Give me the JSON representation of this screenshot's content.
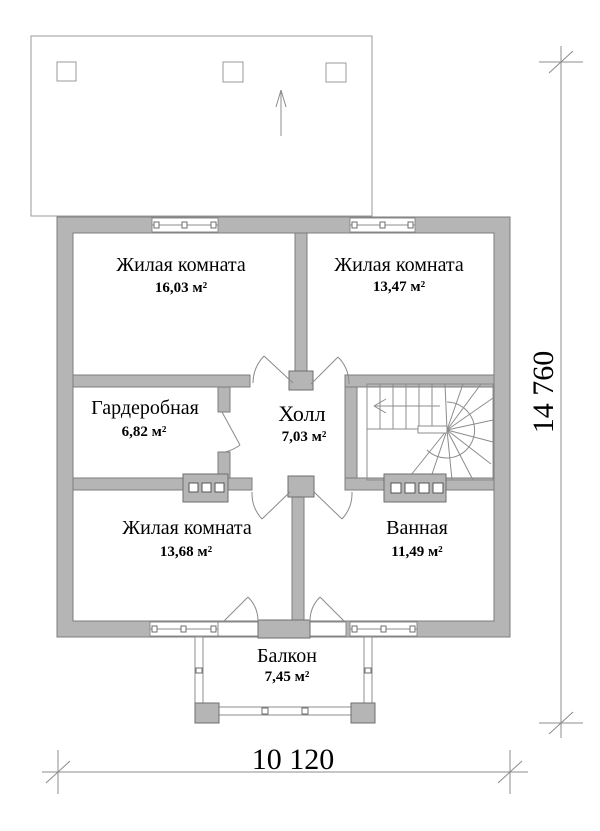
{
  "plan": {
    "title_hint": "floor-plan",
    "rooms": [
      {
        "name": "Жилая комната",
        "area": "16,03 м²"
      },
      {
        "name": "Жилая комната",
        "area": "13,47 м²"
      },
      {
        "name": "Гардеробная",
        "area": "6,82 м²"
      },
      {
        "name": "Холл",
        "area": "7,03 м²"
      },
      {
        "name": "Жилая комната",
        "area": "13,68 м²"
      },
      {
        "name": "Ванная",
        "area": "11,49 м²"
      },
      {
        "name": "Балкон",
        "area": "7,45 м²"
      }
    ],
    "dimensions": {
      "width": "10 120",
      "height": "14 760"
    },
    "colors": {
      "wall_fill": "#b5b5b5",
      "wall_outline": "#7d7d7d",
      "line": "#8c8c8c",
      "text": "#000000",
      "background": "#ffffff"
    }
  }
}
